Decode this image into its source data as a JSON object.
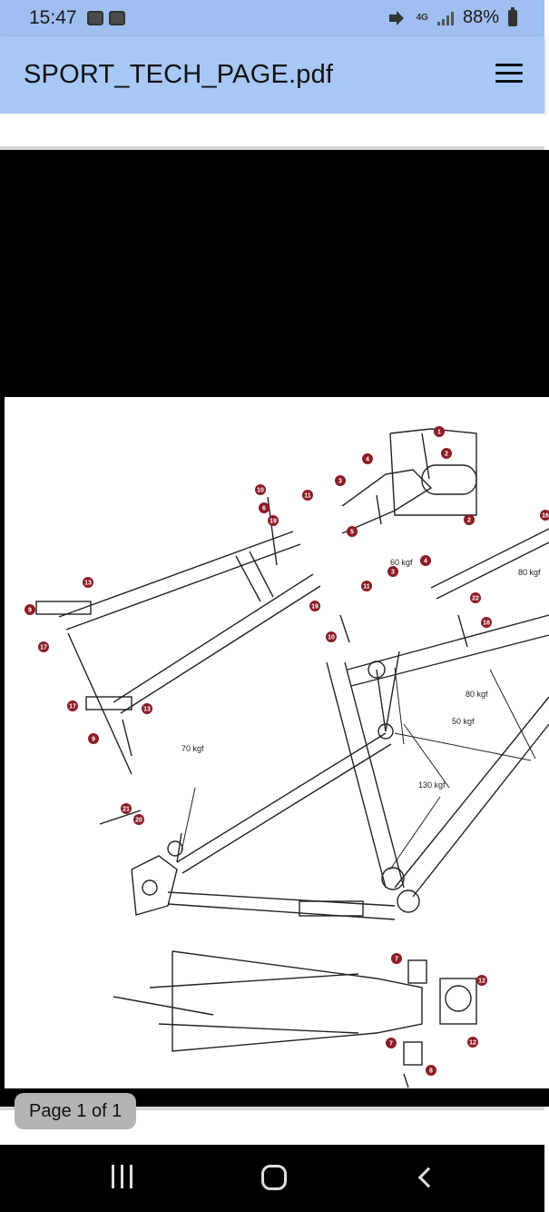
{
  "status_bar": {
    "time": "15:47",
    "network": "4G",
    "battery": "88%",
    "left_icons": [
      "voicemail-icon",
      "app-notification-icon"
    ],
    "right_icons": [
      "mute-icon",
      "network-4g-icon",
      "signal-icon",
      "battery-icon"
    ]
  },
  "app_bar": {
    "title": "SPORT_TECH_PAGE.pdf",
    "menu_icon": "hamburger-menu-icon"
  },
  "viewer": {
    "page_indicator": "Page 1 of 1"
  },
  "drawing": {
    "load_labels": [
      "60 kgf",
      "80 kgf",
      "80 kgf",
      "50 kgf",
      "70 kgf",
      "130 kgf"
    ],
    "part_callouts": [
      "1",
      "2",
      "4",
      "3",
      "2",
      "10",
      "11",
      "6",
      "19",
      "5",
      "4",
      "3",
      "11",
      "13",
      "9",
      "17",
      "22",
      "16",
      "19",
      "10",
      "18",
      "17",
      "13",
      "9",
      "21",
      "20",
      "7",
      "12",
      "12",
      "7",
      "8"
    ]
  },
  "nav_bar": {
    "buttons": [
      "recents-icon",
      "home-icon",
      "back-icon"
    ]
  }
}
